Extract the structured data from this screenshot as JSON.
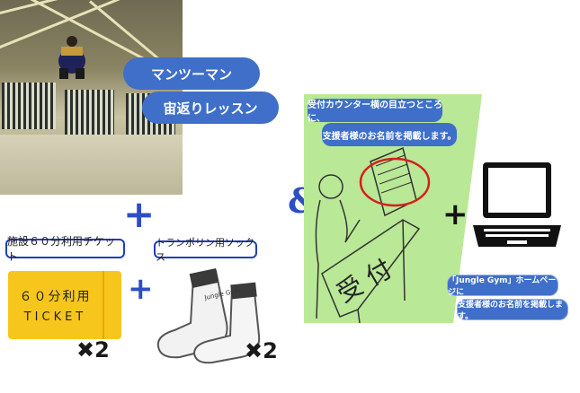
{
  "photo_caption": {
    "line1": "マンツーマン",
    "line2": "宙返りレッスン"
  },
  "facility_label": "施設６０分利用チケット",
  "ticket": {
    "line1": "６０分利用",
    "line2": "TICKET"
  },
  "ticket_qty": "✖2",
  "socks_label": "トランポリン用ソックス",
  "socks_tag_1": "Jungle Gym",
  "socks_qty": "✖2",
  "ampersand": "&",
  "reception_note": {
    "line1": "受付カウンター横の目立つところに、",
    "line2": "支援者様のお名前を掲載します。"
  },
  "reception_sign": "受 付",
  "web_note": {
    "line1": "「Jungle Gym」ホームページに",
    "line2": "支援者様のお名前を掲載します。"
  },
  "plus_symbol": "+",
  "colors": {
    "accent_blue": "#3f6fc9",
    "plus_blue": "#2d4fc4",
    "ticket_yellow": "#f7c61c",
    "panel_green": "#b9e896",
    "highlight_red": "#d81e1e"
  },
  "icons": [
    "laptop-icon",
    "plus-icon",
    "multiply-icon"
  ]
}
